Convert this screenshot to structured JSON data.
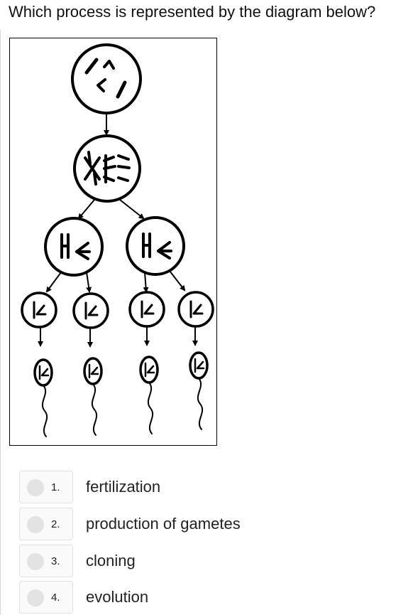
{
  "question": {
    "text": "Which process is represented by the diagram below?"
  },
  "diagram": {
    "stages": [
      "parent-cell",
      "replicated-cell",
      "daughter-cell",
      "secondary-cell",
      "sperm-cell"
    ]
  },
  "choices": [
    {
      "number": "1.",
      "text": "fertilization"
    },
    {
      "number": "2.",
      "text": "production of gametes"
    },
    {
      "number": "3.",
      "text": "cloning"
    },
    {
      "number": "4.",
      "text": "evolution"
    }
  ],
  "colors": {
    "line": "#000000",
    "choice_border": "#e2e2e2",
    "radio": "#e3e3e3"
  }
}
